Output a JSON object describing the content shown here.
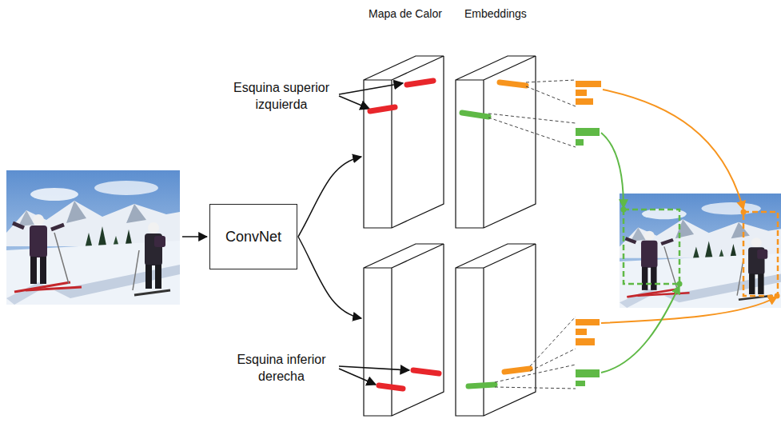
{
  "diagram": {
    "nodes": [
      {
        "text": [
          "ConvNet"
        ]
      }
    ],
    "labels": [
      "Mapa de Calor",
      "Embeddings",
      "Esquina superior izquierda",
      "Esquina inferior derecha"
    ]
  }
}
